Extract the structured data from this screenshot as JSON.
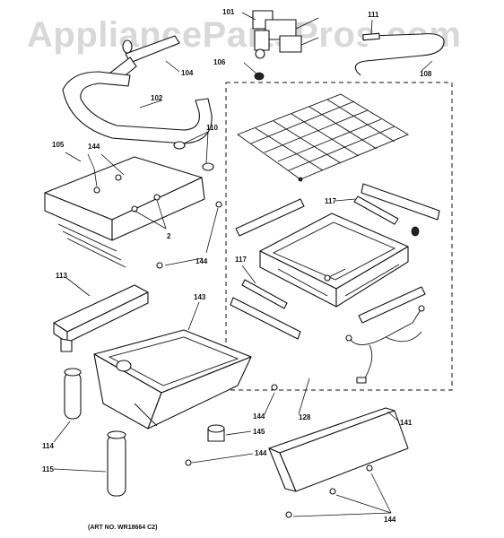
{
  "watermark": "AppliancePartsPros.com",
  "art_number": "(ART NO. WR18664 C2)",
  "callouts": {
    "c101": "101",
    "c111": "111",
    "c106": "106",
    "c104": "104",
    "c108": "108",
    "c102": "102",
    "c105": "105",
    "c144a": "144",
    "c110": "110",
    "c117a": "117",
    "c2": "2",
    "c144b": "144",
    "c113": "113",
    "c117b": "117",
    "c143": "143",
    "c128": "128",
    "c144c": "144",
    "c141": "141",
    "c114": "114",
    "c145": "145",
    "c144d": "144",
    "c115": "115",
    "c144e": "144"
  }
}
